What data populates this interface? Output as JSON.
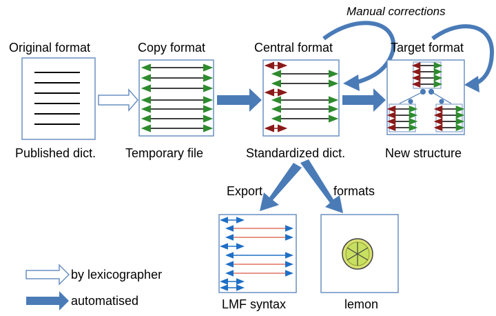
{
  "annotation": "Manual corrections",
  "headers": {
    "original": "Original format",
    "copy": "Copy format",
    "central": "Central format",
    "target": "Target format"
  },
  "captions": {
    "published": "Published dict.",
    "temporary": "Temporary file",
    "standardized": "Standardized dict.",
    "new_structure": "New structure",
    "lmf": "LMF syntax",
    "lemon": "lemon"
  },
  "export_labels": {
    "left": "Export",
    "right": "formats"
  },
  "legend": {
    "manual": "by lexicographer",
    "auto": "automatised"
  },
  "colors": {
    "arrow_blue": "#4a7bb7",
    "box_border": "#6a8fc0",
    "green": "#2e8b2e",
    "dark_red": "#8b1a1a",
    "blue": "#1f6fc5",
    "salmon": "#e07060",
    "lemon_fill": "#c8e060"
  }
}
